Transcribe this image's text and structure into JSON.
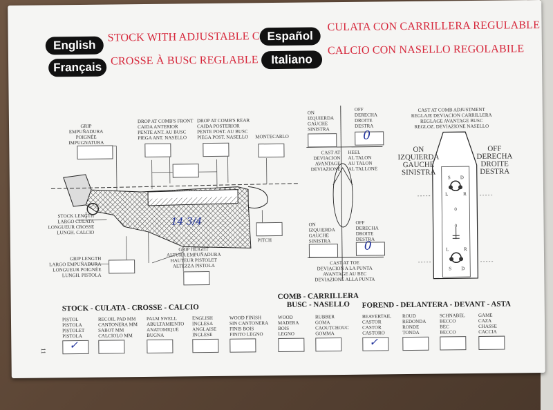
{
  "header": {
    "english_label": "English",
    "english_title": "STOCK WITH ADJUSTABLE COMB",
    "francais_label": "Français",
    "francais_title": "CROSSE À BUSC REGLABLE",
    "espanol_label": "Español",
    "espanol_title": "CULATA CON CARRILLERA REGULABLE",
    "italiano_label": "Italiano",
    "italiano_title": "CALCIO CON NASELLO REGOLABILE"
  },
  "stock_diagram": {
    "grip": "GRIP\nEMPUÑADURA\nPOIGNÉE\nIMPUGNATURA",
    "drop_comb_front": "DROP AT COMB'S FRONT\nCAIDA ANTERIOR\nPENTE ANT. AU BUSC\nPIEGA ANT. NASELLO",
    "drop_comb_rear": "DROP AT COMB'S REAR\nCAIDA POSTERIOR\nPENTE POST. AU BUSC\nPIEGA POST. NASELLO",
    "montecarlo": "MONTECARLO",
    "stock_length": "STOCK LENGTH\nLARGO CULATA\nLONGUEUR CROSSE\nLUNGH. CALCIO",
    "grip_length": "GRIP LENGTH\nLARGO EMPUÑADURA\nLONGUEUR POIGNÉE\nLUNGH. PISTOLA",
    "grip_height": "GRIP HEIGHT\nALTURA EMPUÑADURA\nHAUTEUR PISTOLET\nALTEZZA PISTOLA",
    "pitch": "PITCH",
    "stock_length_value": "14 3/4"
  },
  "cast_diagram": {
    "on_top": "ON\nIZQUIERDA\nGAUCHE\nSINISTRA",
    "off_top": "OFF\nDERECHA\nDROITE\nDESTRA",
    "cast_at_heel": "CAST AT\nDEVIACION\nAVANTAGE\nDEVIAZIONE",
    "heel": "HEEL\nAL TALON\nAU TALON\nAL TALLONE",
    "on_bottom": "ON\nIZQUIERDA\nGAUCHE\nSINISTRA",
    "off_bottom": "OFF\nDERECHA\nDROITE\nDESTRA",
    "cast_at_toe": "CAST AT TOE\nDEVIACION A LA PUNTA\nAVANTAGE AU BEC\nDEVIAZIONE ALLA PUNTA",
    "off_top_value": "0",
    "off_bottom_value": "0"
  },
  "comb_diagram": {
    "title": "CAST AT COMB ADJUSTMENT\nREGLAJE DEVIACION CARRILLERA\nREGLAGE AVANTAGE BUSC\nREGLOZ. DEVIAZIONE NASELLO",
    "on": "ON\nIZQUIERDA\nGAUCHE\nSINISTRA",
    "off": "OFF\nDERECHA\nDROITE\nDESTRA",
    "marks": {
      "s": "S",
      "d": "D",
      "l": "L",
      "r": "R",
      "zero": "0"
    }
  },
  "options": {
    "stock_heading": "STOCK - CULATA - CROSSE - CALCIO",
    "comb_heading": "COMB - CARRILLERA\nBUSC - NASELLO",
    "forend_heading": "FOREND - DELANTERA - DEVANT - ASTA",
    "stock_items": [
      "PISTOL\nPISTOLA\nPISTOLET\nPISTOLA",
      "RECOIL PAD mm\nCANTONERA mm\nSABOT mm\nCALCIOLO mm",
      "PALM SWELL\nABULTAMIENTO\nANATOMIQUE\nBUGNA",
      "ENGLISH\nINGLESA\nANGLAISE\nINGLESE",
      "WOOD FINISH\nSIN CANTONERA\nFINIS BOIS\nFINITO LEGNO"
    ],
    "comb_items": [
      "WOOD\nMADERA\nBOIS\nLEGNO",
      "RUBBER\nGOMA\nCAOUTCHOUC\nGOMMA"
    ],
    "forend_items": [
      "BEAVERTAIL\nCASTOR\nCASTOR\nCASTORO",
      "ROUD\nREDONDA\nRONDE\nTONDA",
      "SCHNABEL\nBECCO\nBEC\nBECCO",
      "GAME\nCAZA\nCHASSE\nCACCIA"
    ],
    "pistol_mark": "✓",
    "beavertail_mark": "✓"
  },
  "page_number": "11"
}
